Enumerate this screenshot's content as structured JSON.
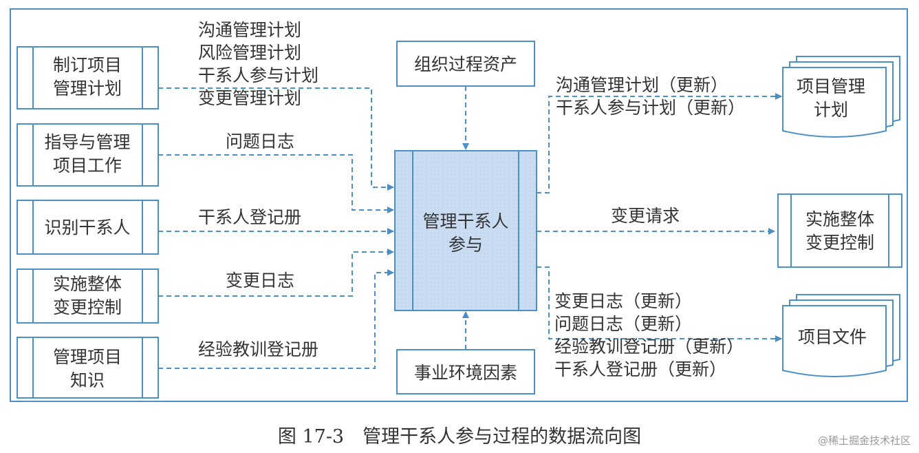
{
  "inputs": [
    {
      "line1": "制订项目",
      "line2": "管理计划"
    },
    {
      "line1": "指导与管理",
      "line2": "项目工作"
    },
    {
      "line1": "识别干系人",
      "line2": ""
    },
    {
      "line1": "实施整体",
      "line2": "变更控制"
    },
    {
      "line1": "管理项目",
      "line2": "知识"
    }
  ],
  "input_labels": {
    "plans": [
      "沟通管理计划",
      "风险管理计划",
      "干系人参与计划",
      "变更管理计划"
    ],
    "issue_log": "问题日志",
    "register": "干系人登记册",
    "change_log": "变更日志",
    "lessons": "经验教训登记册"
  },
  "top_box": "组织过程资产",
  "bottom_box": "事业环境因素",
  "center": {
    "line1": "管理干系人",
    "line2": "参与"
  },
  "outputs": {
    "plan_doc": {
      "line1": "项目管理",
      "line2": "计划"
    },
    "plan_updates": [
      "沟通管理计划（更新）",
      "干系人参与计划（更新）"
    ],
    "change_request": "变更请求",
    "control_box": {
      "line1": "实施整体",
      "line2": "变更控制"
    },
    "docs_doc": "项目文件",
    "doc_updates": [
      "变更日志（更新）",
      "问题日志（更新）",
      "经验教训登记册（更新）",
      "干系人登记册（更新）"
    ]
  },
  "caption": "图 17-3　管理干系人参与过程的数据流向图",
  "watermark": "@稀土掘金技术社区",
  "colors": {
    "border": "#4a8fc8",
    "center_fill": "#c9dcf2",
    "line": "#4a8fc8"
  }
}
